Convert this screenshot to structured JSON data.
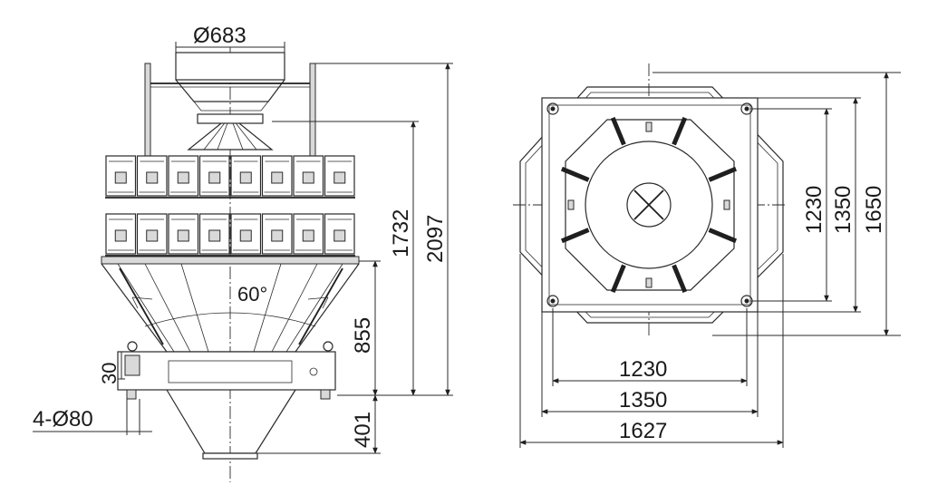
{
  "drawing": {
    "side_view": {
      "top_diameter": "Ø683",
      "cone_angle": "60°",
      "height_overall": "2097",
      "height_upper": "1732",
      "height_lower_cone": "855",
      "height_discharge": "401",
      "foot_height": "30",
      "foot_holes": "4-Ø80"
    },
    "top_view": {
      "width_inner": "1230",
      "width_frame": "1350",
      "width_overall": "1627",
      "depth_inner": "1230",
      "depth_frame": "1350",
      "depth_overall": "1650"
    }
  }
}
